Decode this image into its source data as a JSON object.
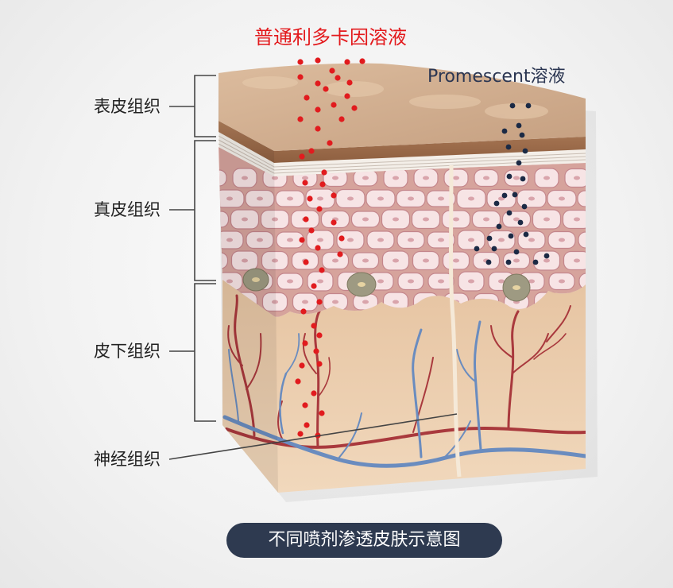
{
  "solutions": {
    "lidocaine": "普通利多卡因溶液",
    "promescent": "Promescent溶液"
  },
  "layers": {
    "epidermis": "表皮组织",
    "dermis": "真皮组织",
    "subcutaneous": "皮下组织",
    "nerve": "神经组织"
  },
  "caption": "不同喷剂渗透皮肤示意图",
  "colors": {
    "lidocaine_dot": "#e11b1e",
    "promescent_dot": "#1b2a45",
    "lidocaine_label": "#e3191c",
    "promescent_label": "#2b3652",
    "caption_bg": "#2e3a50",
    "artery": "#a9393d",
    "vein": "#6a8cbf"
  }
}
